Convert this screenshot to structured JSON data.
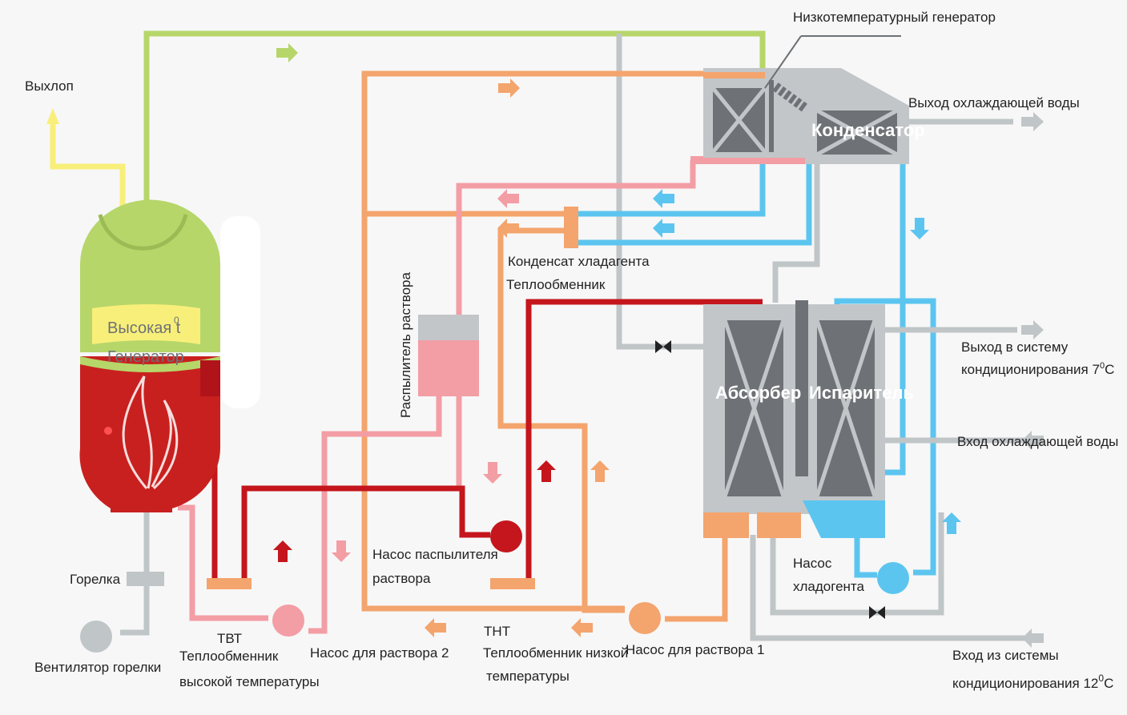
{
  "colors": {
    "green": "#b6d66a",
    "yellow": "#f8ef7a",
    "orange": "#f4a46d",
    "pink": "#f39da5",
    "red": "#c4161c",
    "blue": "#5cc5ef",
    "gray": "#c0c5c7",
    "dark": "#6e7276"
  },
  "labels": {
    "exhaust": "Выхлоп",
    "lt_generator": "Низкотемпературный генератор",
    "cooling_water_out": "Выход охлаждающей воды",
    "condenser": "Конденсатор",
    "ht_generator_1": "Высокая t",
    "ht_generator_sup": "0",
    "ht_generator_2": "Генератор",
    "condensate_1": "Конденсат хладагента",
    "condensate_2": "Теплообменник",
    "sprayer": "Распылитель раствора",
    "absorber": "Абсорбер",
    "evaporator": "Испаритель",
    "ac_out_1": "Выход в систему",
    "ac_out_2": "кондиционирования 7",
    "ac_out_sup": "0",
    "ac_out_unit": "C",
    "cooling_water_in": "Вход охлаждающей воды",
    "burner": "Горелка",
    "spray_pump_1": "Насос паспылителя",
    "spray_pump_2": "раствора",
    "refrigerant_pump_1": "Насос",
    "refrigerant_pump_2": "хладогента",
    "fan": "Вентилятор горелки",
    "htx_1": "ТВТ",
    "htx_2": "Теплообменник",
    "htx_3": "высокой температуры",
    "pump2": "Насос для раствора 2",
    "ltx_1": "ТНТ",
    "ltx_2": "Теплообменник низкой",
    "ltx_3": "температуры",
    "pump1": "Насос для раствора 1",
    "ac_in_1": "Вход из системы",
    "ac_in_2": "кондиционирования 12",
    "ac_in_sup": "0",
    "ac_in_unit": "C"
  }
}
